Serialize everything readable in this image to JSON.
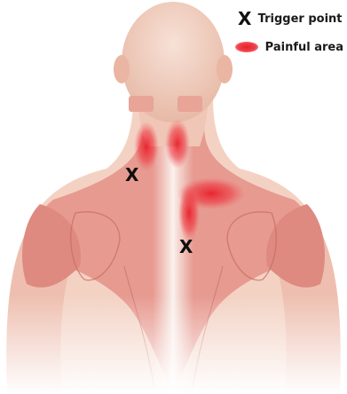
{
  "legend": {
    "trigger_label": "Trigger point",
    "trigger_symbol": "X",
    "pain_label": "Painful area"
  },
  "colors": {
    "skin": "#f3d2c4",
    "muscle": "#e79a90",
    "muscle_dark": "#d97b72",
    "spine": "#f4e6e0",
    "pain": "#e8202b"
  },
  "trigger_points": [
    {
      "symbol": "X"
    },
    {
      "symbol": "X"
    }
  ]
}
